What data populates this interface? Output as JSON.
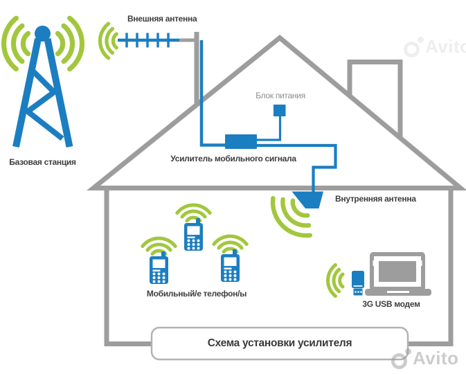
{
  "diagram": {
    "scheme_title": "Схема установки усилителя",
    "labels": {
      "base_station": "Базовая станция",
      "external_antenna": "Внешняя антенна",
      "power_supply": "Блок питания",
      "amplifier": "Усилитель мобильного сигнала",
      "internal_antenna": "Внутренняя антенна",
      "mobile_phones": "Мобильный/е телефон/ы",
      "usb_modem": "3G USB модем"
    },
    "watermark": {
      "text": "Avito"
    },
    "colors": {
      "device_blue": "#1b7ec1",
      "signal_green": "#a2c73d",
      "structure_gray": "#9d9d9d",
      "box_border_gray": "#b3b3b3",
      "label_dark": "#3e3e3e",
      "label_muted": "#8d8d8d",
      "watermark_gray": "#9b9b9b"
    },
    "icons": {
      "cell-tower-icon": "blue lattice mast with round top and green arcs",
      "signal-waves-icon": "three green concentric arcs",
      "yagi-antenna-icon": "blue boom with cross elements on gray pole",
      "indoor-antenna-icon": "blue inverted cone under ceiling",
      "mobile-phone-icon": "blue handset with white keypad dots",
      "laptop-icon": "gray notebook outline",
      "usb-modem-icon": "blue usb stick",
      "avito-logo-icon": "ring and dot circles"
    }
  }
}
